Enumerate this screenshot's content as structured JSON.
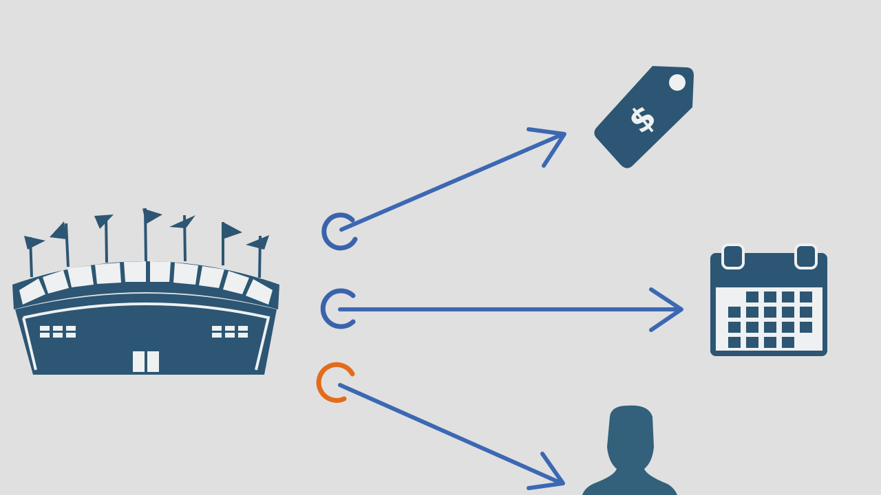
{
  "colors": {
    "background": "#e0e0e0",
    "icon_dark": "#2c5673",
    "person": "#33607a",
    "arrow_blue": "#3c68b3",
    "node_blue": "#3a63ac",
    "node_orange": "#e36b1c",
    "light_panel": "#eef0f1"
  },
  "icons": {
    "source": "stadium-icon",
    "targets": [
      "price-tag-icon",
      "calendar-icon",
      "person-icon"
    ]
  },
  "price_tag": {
    "symbol": "$"
  },
  "connectors": [
    {
      "node_color": "orange-or-blue",
      "node": "blue",
      "target": "price-tag-icon"
    },
    {
      "node": "blue",
      "target": "calendar-icon"
    },
    {
      "node": "orange",
      "target": "person-icon"
    }
  ]
}
